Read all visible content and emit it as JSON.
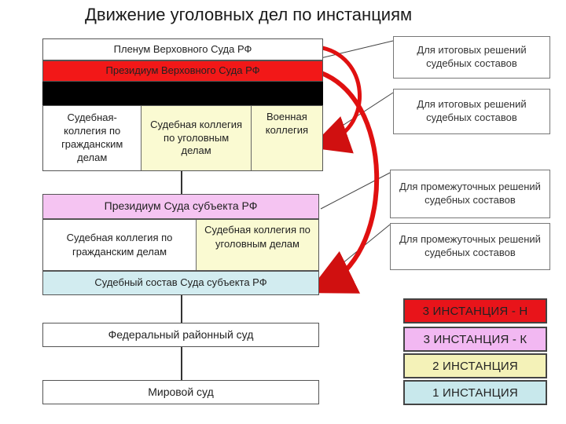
{
  "title": "Движение уголовных дел по инстанциям",
  "supreme_court": {
    "plenum": "Пленум Верховного Суда РФ",
    "presidium": "Президиум Верховного Суда РФ",
    "collegium_civil": "Судебная-коллегия по гражданским делам",
    "collegium_criminal": "Судебная коллегия по уголовным делам",
    "collegium_military": "Военная коллегия"
  },
  "regional_court": {
    "presidium": "Президиум Суда  субъекта РФ",
    "collegium_civil": "Судебная коллегия по гражданским делам",
    "collegium_criminal": "Судебная коллегия по уголовным делам",
    "composition": "Судебный состав Суда  субъекта РФ"
  },
  "district_court": "Федеральный районный суд",
  "magistrate_court": "Мировой  суд",
  "notes": [
    "Для итоговых решений судебных составов",
    "Для итоговых решений судебных составов",
    "Для промежуточных решений судебных составов",
    "Для промежуточных решений судебных составов"
  ],
  "legend": [
    {
      "label": "3 ИНСТАНЦИЯ - Н",
      "color": "#e8141a"
    },
    {
      "label": "3 ИНСТАНЦИЯ - К",
      "color": "#f2b8f2"
    },
    {
      "label": "2 ИНСТАНЦИЯ",
      "color": "#f4f2b8"
    },
    {
      "label": "1 ИНСТАНЦИЯ",
      "color": "#c8e8ec"
    }
  ],
  "colors": {
    "red": "#f21818",
    "black": "#000000",
    "yellow": "#fafad2",
    "pink": "#f5c4f2",
    "cyan": "#d2ecf0",
    "arrow": "#e01010"
  }
}
